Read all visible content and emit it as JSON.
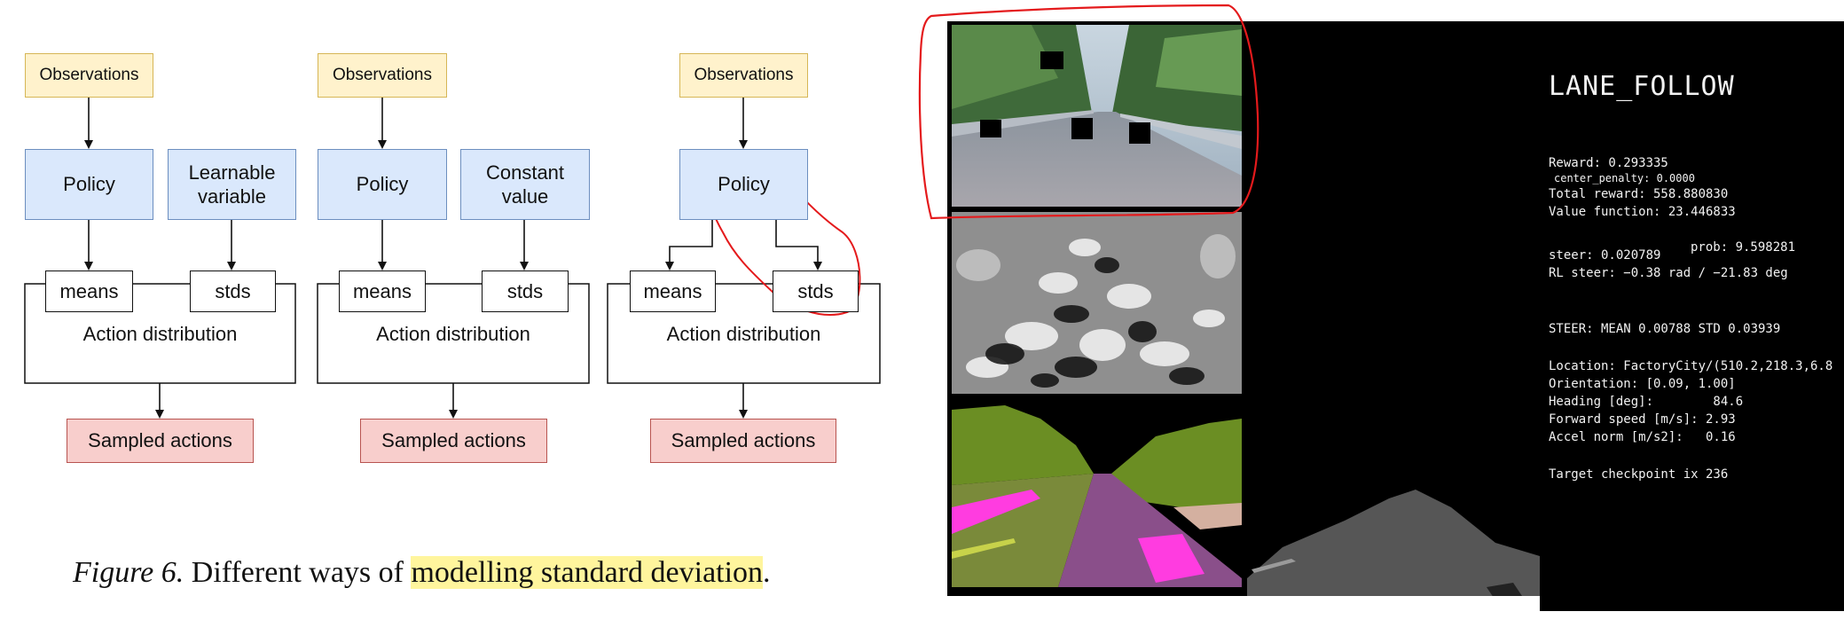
{
  "figure": {
    "observations_label": "Observations",
    "policy_label": "Policy",
    "learnable_variable_label": "Learnable variable",
    "constant_value_label": "Constant value",
    "means_label": "means",
    "stds_label": "stds",
    "action_distribution_label": "Action distribution",
    "sampled_actions_label": "Sampled actions",
    "caption_prefix": "Figure 6.",
    "caption_text": "Different ways of",
    "caption_highlight": "modelling standard deviation",
    "caption_end": ".",
    "annotation_color": "#e41a1c",
    "highlight_color": "#fff59d"
  },
  "telemetry": {
    "mode": "LANE_FOLLOW",
    "reward": "Reward: 0.293335",
    "center_penalty": "center_penalty: 0.0000",
    "total_reward": "Total reward: 558.880830",
    "value_function": "Value function: 23.446833",
    "steer": "steer: 0.020789",
    "prob": "prob: 9.598281",
    "rl_steer": "RL steer: −0.38 rad /   −21.83 deg",
    "steer_stats": "STEER: MEAN  0.00788 STD  0.03939",
    "location": "Location: FactoryCity/(510.2,218.3,6.8",
    "orientation": "Orientation: [0.09, 1.00]",
    "heading": "Heading [deg]:        84.6",
    "forward_speed": "Forward speed [m/s]: 2.93",
    "accel_norm": "Accel norm [m/s2]:   0.16",
    "target_checkpoint": "Target checkpoint ix 236"
  }
}
